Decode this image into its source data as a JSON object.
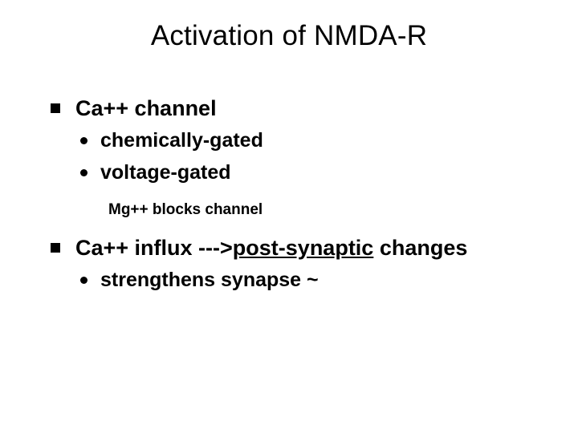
{
  "slide": {
    "title": "Activation of NMDA-R",
    "background_color": "#ffffff",
    "text_color": "#000000",
    "bullets": [
      {
        "level": 1,
        "marker": "square-bullet",
        "text": "Ca++ channel"
      },
      {
        "level": 2,
        "marker": "round-bullet",
        "text": "chemically-gated"
      },
      {
        "level": 2,
        "marker": "round-bullet",
        "text": "voltage-gated"
      },
      {
        "level": 3,
        "marker": "none",
        "text": "Mg++  blocks channel"
      },
      {
        "level": 1,
        "marker": "square-bullet",
        "text_before": "Ca++ influx --->",
        "text_underlined": "post-synaptic",
        "text_after": " changes"
      },
      {
        "level": 2,
        "marker": "round-bullet",
        "text": "strengthens synapse ~"
      }
    ]
  }
}
